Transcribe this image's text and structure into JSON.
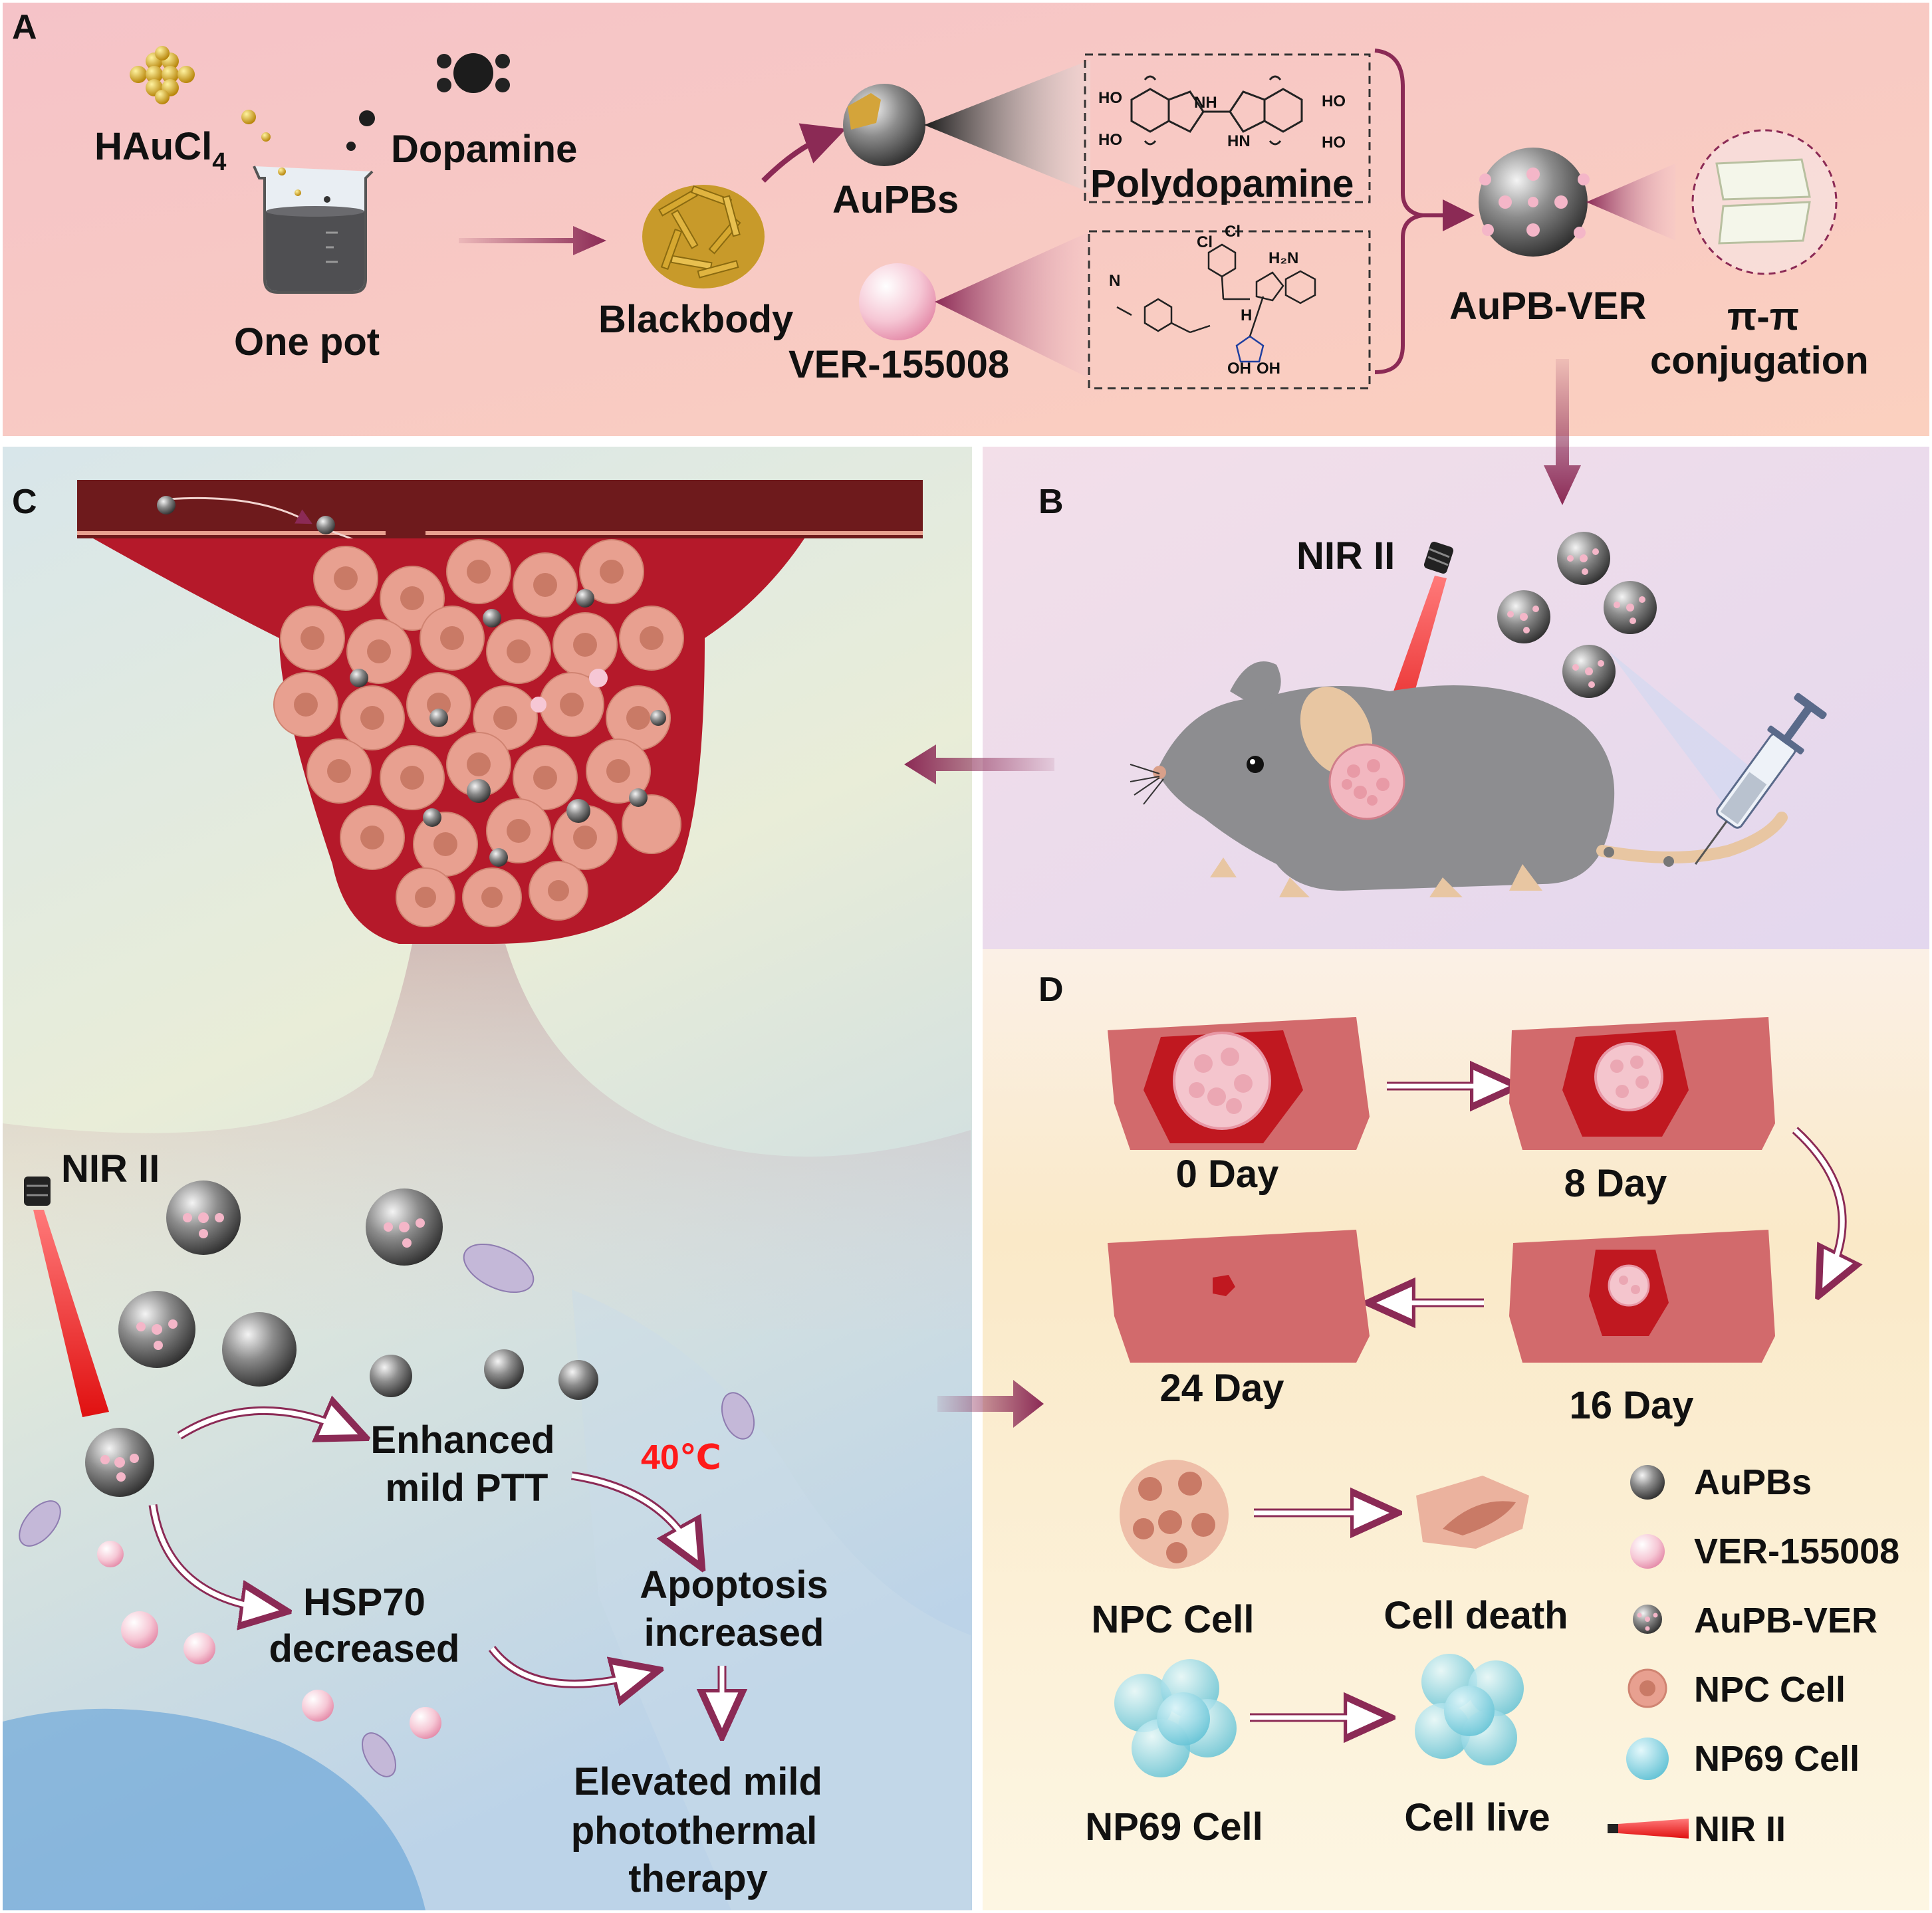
{
  "panels": {
    "a": {
      "letter": "A",
      "hauc_main": "HAuCl",
      "hauc_sub": "4",
      "dopamine": "Dopamine",
      "one_pot": "One pot",
      "blackbody": "Blackbody",
      "aupbs": "AuPBs",
      "ver": "VER-155008",
      "polydopamine": "Polydopamine",
      "aupb_ver": "AuPB-VER",
      "pi_pi": "π-π",
      "conjugation": "conjugation",
      "chem_ho1": "HO",
      "chem_ho2": "HO",
      "chem_ho3": "HO",
      "chem_ho4": "HO",
      "chem_nh": "NH",
      "chem_hn": "HN",
      "chem_cl1": "Cl",
      "chem_cl2": "Cl",
      "chem_n": "N",
      "chem_h2n": "H₂N",
      "chem_oh1": "OH",
      "chem_oh2": "OH",
      "chem_h": "H"
    },
    "b": {
      "letter": "B",
      "nir": "NIR II"
    },
    "c": {
      "letter": "C",
      "nir": "NIR II",
      "enhanced_1": "Enhanced",
      "enhanced_2": "mild PTT",
      "temp": "40℃",
      "hsp_1": "HSP70",
      "hsp_2": "decreased",
      "apop_1": "Apoptosis",
      "apop_2": "increased",
      "elev_1": "Elevated mild",
      "elev_2": "photothermal",
      "elev_3": "therapy"
    },
    "d": {
      "letter": "D",
      "day0": "0 Day",
      "day8": "8 Day",
      "day16": "16 Day",
      "day24": "24 Day",
      "npc_cell": "NPC Cell",
      "cell_death": "Cell death",
      "np69_cell": "NP69 Cell",
      "cell_live": "Cell live"
    }
  },
  "legend": [
    {
      "label": "AuPBs",
      "icon": "aupb-sphere-icon"
    },
    {
      "label": "VER-155008",
      "icon": "ver-sphere-icon"
    },
    {
      "label": "AuPB-VER",
      "icon": "aupb-ver-icon"
    },
    {
      "label": "NPC Cell",
      "icon": "npc-cell-icon"
    },
    {
      "label": "NP69 Cell",
      "icon": "np69-cell-icon"
    },
    {
      "label": "NIR II",
      "icon": "laser-beam-icon"
    }
  ],
  "colors": {
    "arrow": "#8b2a55",
    "tumor_red": "#b5192a",
    "cell_pink": "#e8a090",
    "highlight_red": "#ff1a1a"
  }
}
